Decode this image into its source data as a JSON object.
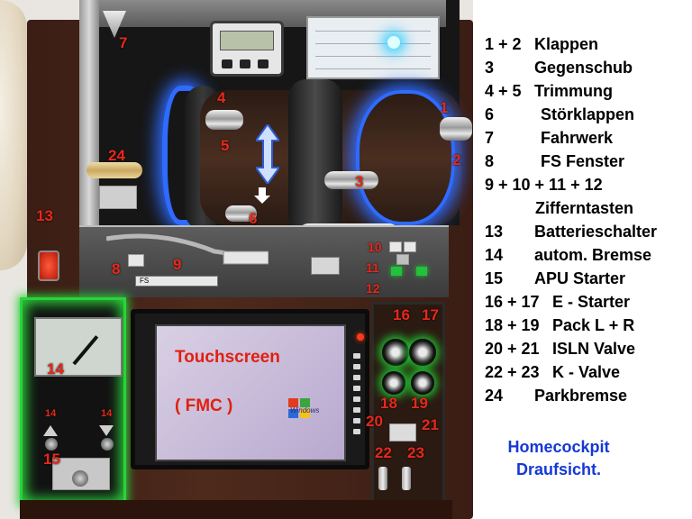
{
  "photo": {
    "screen": {
      "title": "Touchscreen",
      "subtitle": "( FMC )",
      "os_badge": "Windows"
    },
    "small_labels": [
      "14",
      "14"
    ],
    "numbers": [
      "7",
      "4",
      "5",
      "1",
      "2",
      "24",
      "3",
      "6",
      "13",
      "10",
      "11",
      "12",
      "8",
      "9",
      "16",
      "17",
      "14",
      "15",
      "18",
      "19",
      "20",
      "21",
      "22",
      "23"
    ],
    "plate_text": "FS"
  },
  "legend": [
    {
      "key": "1 + 2",
      "label": "Klappen"
    },
    {
      "key": "3",
      "label": "Gegenschub"
    },
    {
      "key": "4 + 5",
      "label": "Trimmung"
    },
    {
      "key": "6",
      "label": "Störklappen"
    },
    {
      "key": "7",
      "label": "Fahrwerk"
    },
    {
      "key": "8",
      "label": "FS Fenster"
    },
    {
      "key": "9 + 10 + 11 + 12",
      "label": "Zifferntasten"
    },
    {
      "key": "13",
      "label": "Batterieschalter"
    },
    {
      "key": "14",
      "label": "autom. Bremse"
    },
    {
      "key": "15",
      "label": "APU Starter"
    },
    {
      "key": "16 + 17",
      "label": "E - Starter"
    },
    {
      "key": "18 + 19",
      "label": "Pack L + R"
    },
    {
      "key": "20 + 21",
      "label": "ISLN Valve"
    },
    {
      "key": "22 + 23",
      "label": "K - Valve"
    },
    {
      "key": "24",
      "label": "Parkbremse"
    }
  ],
  "caption": {
    "line1": "Homecockpit",
    "line2": "Draufsicht."
  },
  "colors": {
    "label_red": "#e8281a",
    "caption_blue": "#1538d6",
    "glow_green": "#2ccf3c",
    "glow_blue": "#2f6bff"
  }
}
